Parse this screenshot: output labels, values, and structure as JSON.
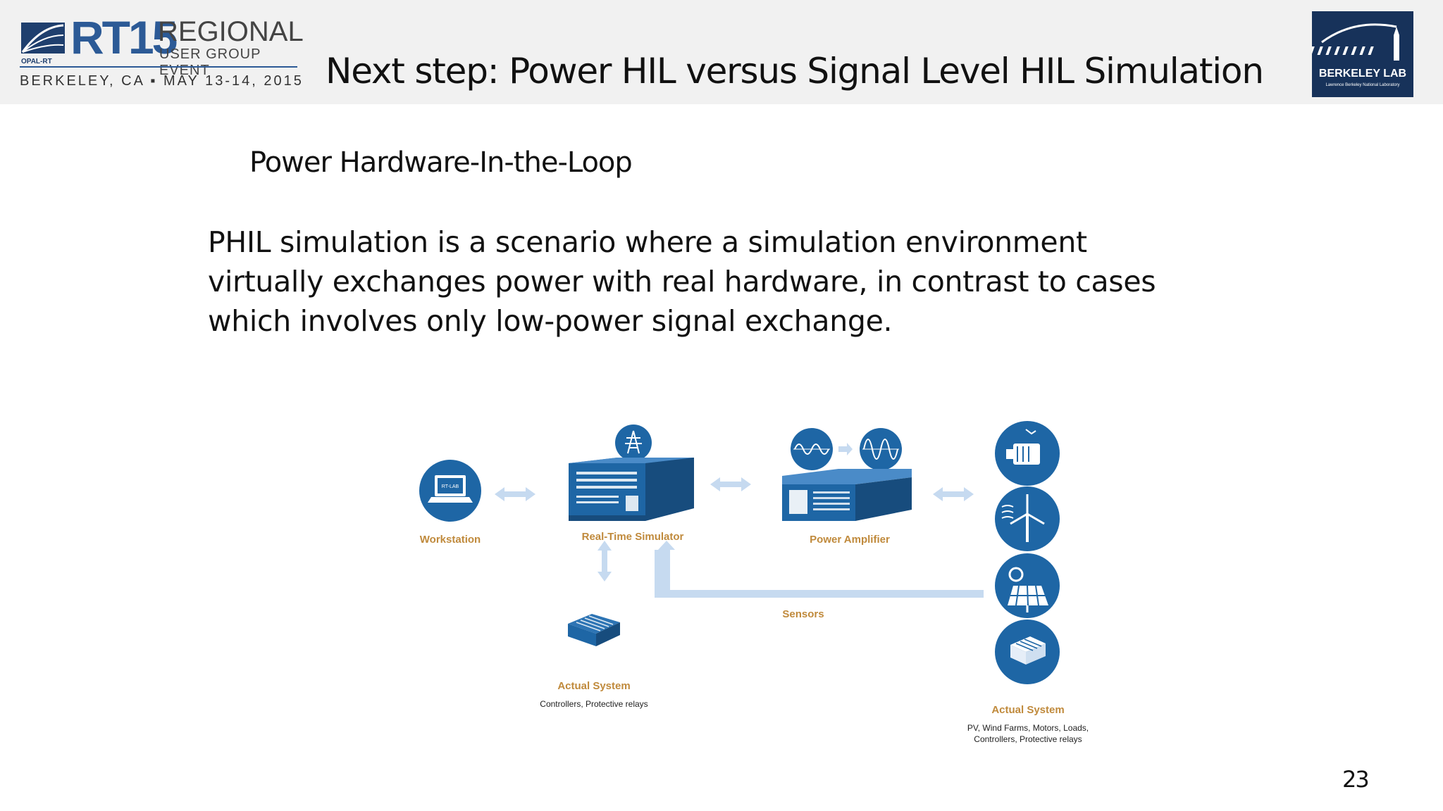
{
  "header": {
    "event_logo": {
      "brand": "OPAL-RT",
      "rt_mark": "RT15",
      "regional": "REGIONAL",
      "user_group": "USER GROUP EVENT",
      "location_date": "BERKELEY, CA ▪ MAY 13-14, 2015"
    },
    "title": "Next step: Power HIL versus Signal Level HIL Simulation",
    "lab_logo": {
      "name": "BERKELEY LAB",
      "subtitle": "Lawrence Berkeley National Laboratory"
    }
  },
  "slide": {
    "subheading": "Power Hardware-In-the-Loop",
    "body_lines": [
      "PHIL simulation is a scenario where a simulation environment",
      "virtually exchanges power with real hardware, in contrast to cases",
      "which involves only low-power signal exchange."
    ],
    "page_number": "23"
  },
  "diagram": {
    "workstation": {
      "label": "Workstation",
      "screen_text": "RT-LAB"
    },
    "simulator": {
      "label": "Real-Time Simulator"
    },
    "amplifier": {
      "label": "Power Amplifier"
    },
    "sensors": {
      "label": "Sensors"
    },
    "actual_system_left": {
      "label": "Actual System",
      "sub": "Controllers, Protective relays"
    },
    "actual_system_right": {
      "label": "Actual System",
      "sub_line1": "PV, Wind Farms, Motors, Loads,",
      "sub_line2": "Controllers, Protective relays"
    },
    "colors": {
      "primary": "#1e66a5",
      "dark": "#174c7d",
      "arrow": "#c6daf0",
      "label": "#c08a3c"
    }
  }
}
